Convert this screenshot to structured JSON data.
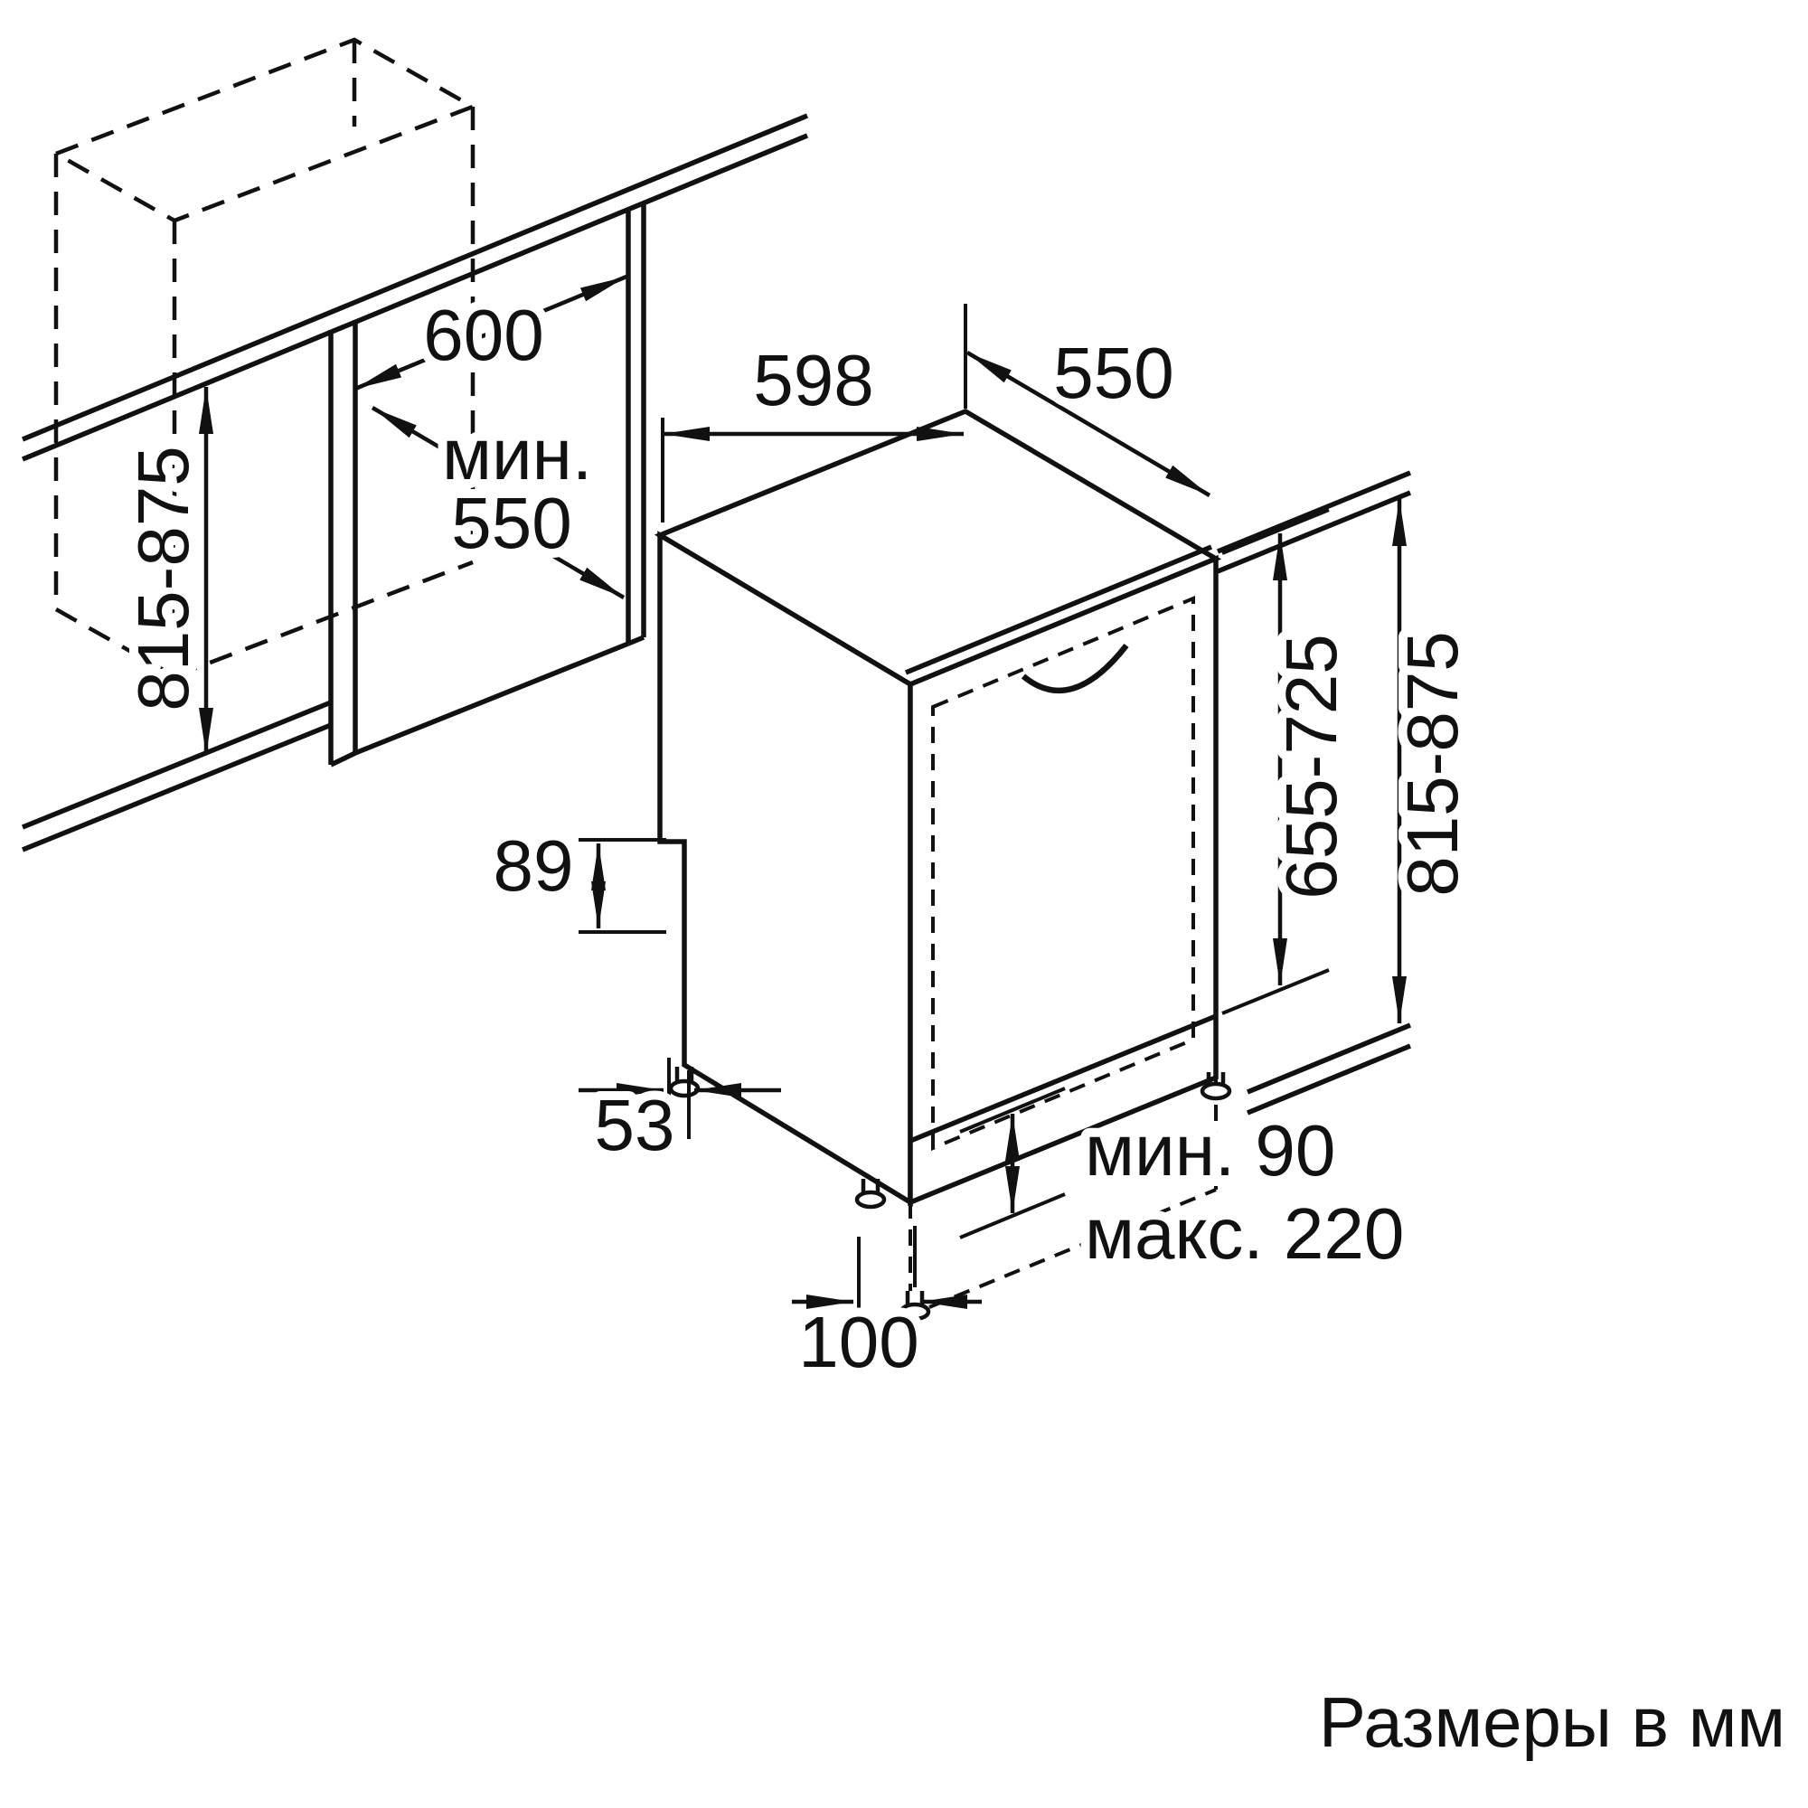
{
  "diagram": {
    "caption": "Размеры в мм",
    "labels": {
      "niche_width": "600",
      "niche_depth_min_word": "мин.",
      "niche_depth_min_value": "550",
      "niche_height_range": "815-875",
      "appliance_width": "598",
      "appliance_depth": "550",
      "door_panel_height_range": "655-725",
      "installation_height_range": "815-875",
      "base_recess_height": "89",
      "base_recess_depth": "53",
      "foot_inset": "100",
      "plinth_height_min": "мин. 90",
      "plinth_height_max": "макс. 220"
    }
  }
}
